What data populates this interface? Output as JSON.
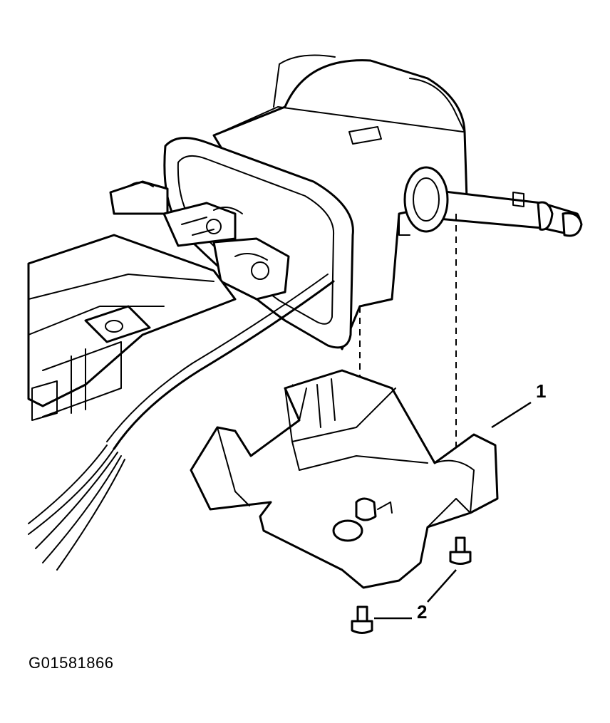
{
  "figure": {
    "figure_id": "G01581866",
    "callouts": [
      {
        "number": "1",
        "part": "steering-column-lower-trim-cover"
      },
      {
        "number": "2",
        "part": "trim-cover-screws"
      }
    ]
  }
}
